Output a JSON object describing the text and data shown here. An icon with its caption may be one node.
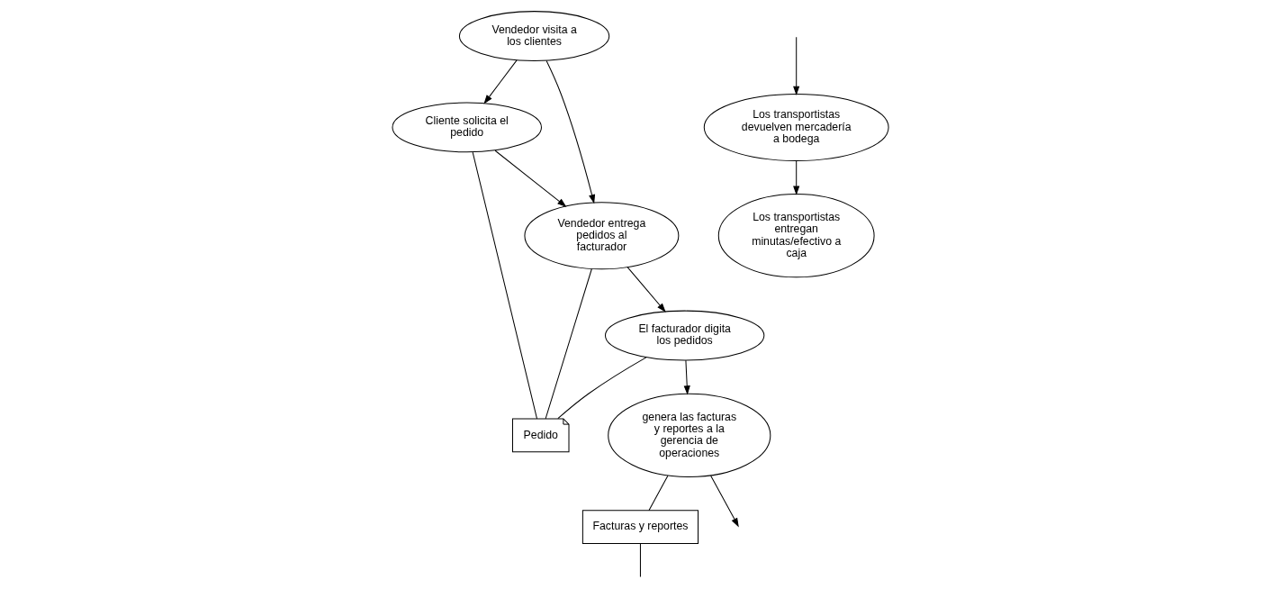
{
  "diagram": {
    "nodes": [
      {
        "text": [
          "Vendedor visita a los clientes"
        ]
      },
      {
        "text": [
          "Cliente solicita el pedido"
        ]
      },
      {
        "text": [
          "Pedido"
        ]
      },
      {
        "text": [
          "Vendedor entrega pedidos al facturador"
        ]
      },
      {
        "text": [
          "El facturador digita los pedidos"
        ]
      },
      {
        "text": [
          "genera las facturas y reportes a la gerencia de operaciones"
        ]
      },
      {
        "text": [
          "Los transportistas entregan minutas/efectivo a caja"
        ]
      },
      {
        "text": [
          "Los transportistas devuelven mercadería a bodega"
        ]
      },
      {
        "text": [
          "Facturas y reportes"
        ]
      }
    ],
    "edges": [
      {
        "from": 0,
        "to": 1,
        "arrow": "to"
      },
      {
        "from": 0,
        "to": 3,
        "arrow": "to"
      },
      {
        "from": 1,
        "to": 3,
        "arrow": "to"
      },
      {
        "from": 1,
        "to": 2,
        "arrow": "none"
      },
      {
        "from": 3,
        "to": 2,
        "arrow": "none"
      },
      {
        "from": 4,
        "to": 2,
        "arrow": "none"
      },
      {
        "from": 3,
        "to": 4,
        "arrow": "to"
      },
      {
        "from": 4,
        "to": 5,
        "arrow": "to"
      },
      {
        "from": 5,
        "to": null,
        "arrow": "to"
      },
      {
        "from": 5,
        "to": 8,
        "arrow": "none"
      },
      {
        "from": 8,
        "to": null,
        "arrow": "none"
      },
      {
        "from": null,
        "to": 7,
        "arrow": "to"
      },
      {
        "from": 7,
        "to": 6,
        "arrow": "to"
      }
    ]
  }
}
